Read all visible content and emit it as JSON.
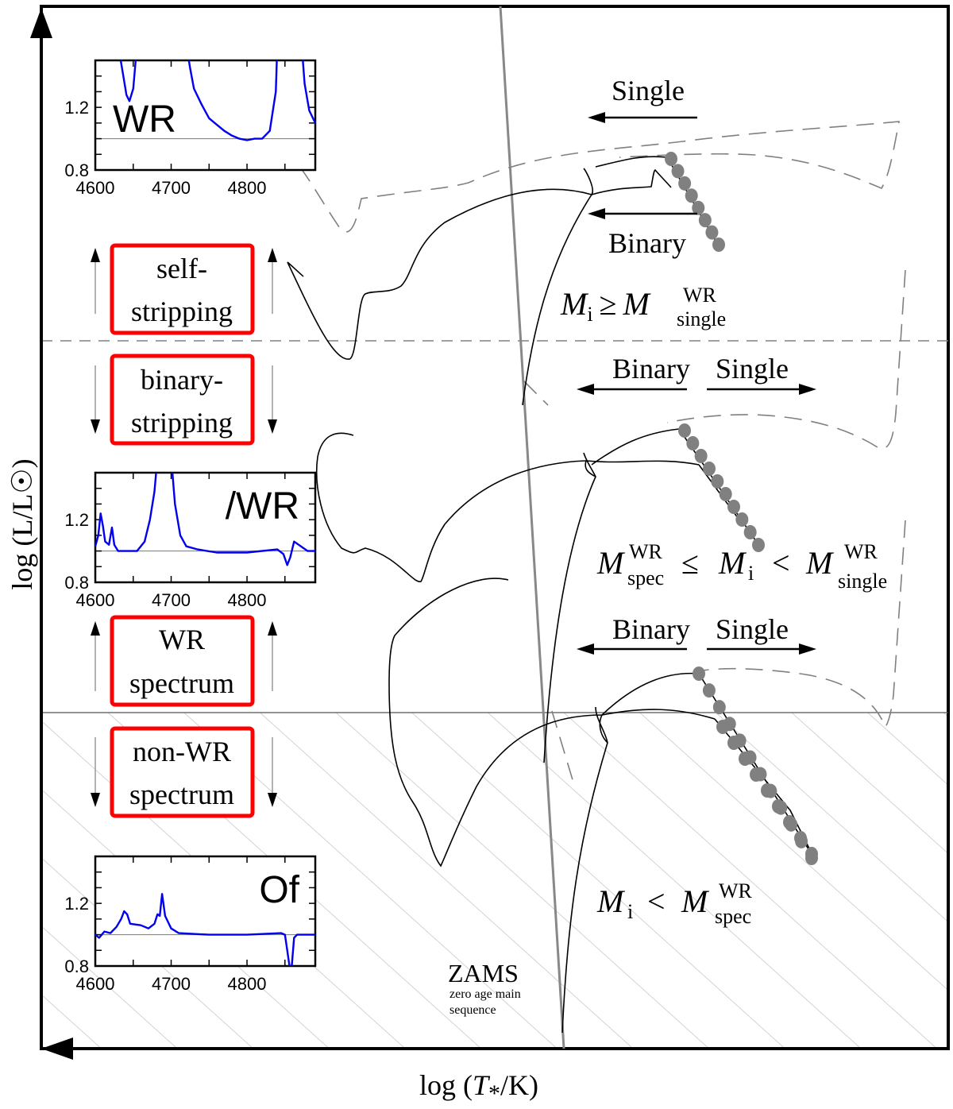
{
  "axes": {
    "x_label_prefix": "log (",
    "x_label_var": "T",
    "x_label_sub": "*",
    "x_label_suffix": "/K)",
    "y_label": "log (L/L☉)",
    "x_direction": "decreasing-right-to-left",
    "y_direction": "increasing-upward"
  },
  "zams": {
    "title": "ZAMS",
    "line1": "zero age main",
    "line2": "sequence"
  },
  "regimes": [
    {
      "label_line1": "self-",
      "label_line2": "stripping",
      "arrow": "up"
    },
    {
      "label_line1": "binary-",
      "label_line2": "stripping",
      "arrow": "down"
    },
    {
      "label_line1": "WR",
      "label_line2": "spectrum",
      "arrow": "up"
    },
    {
      "label_line1": "non-WR",
      "label_line2": "spectrum",
      "arrow": "down"
    }
  ],
  "boundaries": {
    "upper": {
      "style": "dashed",
      "meaning": "self-stripping / binary-stripping"
    },
    "lower": {
      "style": "solid",
      "meaning": "WR spectrum / non-WR spectrum"
    }
  },
  "mass_ranges": [
    {
      "id": "high",
      "text": "M_i ≥ M^WR_single",
      "M": "M",
      "i": "i",
      "rel": "≥",
      "sup": "WR",
      "sub": "single"
    },
    {
      "id": "mid",
      "text": "M^WR_spec ≤ M_i < M^WR_single",
      "sup1": "WR",
      "sub1": "spec",
      "rel1": "≤",
      "i": "i",
      "rel2": "<",
      "sup2": "WR",
      "sub2": "single"
    },
    {
      "id": "low",
      "text": "M_i < M^WR_spec",
      "i": "i",
      "rel": "<",
      "sup": "WR",
      "sub": "spec"
    }
  ],
  "track_labels": {
    "top_single": "Single",
    "top_binary": "Binary",
    "mid_binary": "Binary",
    "mid_single": "Single",
    "low_binary": "Binary",
    "low_single": "Single"
  },
  "insets": [
    {
      "name": "WR",
      "label": "WR",
      "x_ticks": [
        "4600",
        "4700",
        "4800"
      ],
      "y_ticks": [
        "1.2",
        "0.8"
      ],
      "xlim": [
        4600,
        4890
      ],
      "ylim": [
        0.8,
        1.5
      ],
      "continuum": 1.0,
      "spectrum": [
        [
          4600,
          1.6
        ],
        [
          4630,
          1.6
        ],
        [
          4637,
          1.4
        ],
        [
          4641,
          1.28
        ],
        [
          4645,
          1.24
        ],
        [
          4650,
          1.32
        ],
        [
          4655,
          1.6
        ],
        [
          4720,
          1.6
        ],
        [
          4725,
          1.45
        ],
        [
          4730,
          1.32
        ],
        [
          4740,
          1.22
        ],
        [
          4750,
          1.13
        ],
        [
          4760,
          1.09
        ],
        [
          4770,
          1.05
        ],
        [
          4780,
          1.02
        ],
        [
          4790,
          1.0
        ],
        [
          4800,
          0.99
        ],
        [
          4810,
          1.0
        ],
        [
          4820,
          1.0
        ],
        [
          4830,
          1.05
        ],
        [
          4838,
          1.3
        ],
        [
          4840,
          1.6
        ],
        [
          4872,
          1.6
        ],
        [
          4876,
          1.35
        ],
        [
          4882,
          1.18
        ],
        [
          4890,
          1.1
        ]
      ]
    },
    {
      "name": "slash-WR",
      "label": "/WR",
      "x_ticks": [
        "4600",
        "4700",
        "4800"
      ],
      "y_ticks": [
        "1.2",
        "0.8"
      ],
      "xlim": [
        4600,
        4890
      ],
      "ylim": [
        0.8,
        1.5
      ],
      "continuum": 1.0,
      "spectrum": [
        [
          4600,
          1.03
        ],
        [
          4604,
          1.1
        ],
        [
          4607,
          1.24
        ],
        [
          4610,
          1.16
        ],
        [
          4613,
          1.06
        ],
        [
          4618,
          1.04
        ],
        [
          4622,
          1.15
        ],
        [
          4625,
          1.04
        ],
        [
          4630,
          1.0
        ],
        [
          4640,
          1.0
        ],
        [
          4655,
          1.0
        ],
        [
          4665,
          1.06
        ],
        [
          4672,
          1.2
        ],
        [
          4678,
          1.38
        ],
        [
          4682,
          1.6
        ],
        [
          4700,
          1.6
        ],
        [
          4705,
          1.3
        ],
        [
          4712,
          1.1
        ],
        [
          4720,
          1.03
        ],
        [
          4735,
          1.01
        ],
        [
          4760,
          0.99
        ],
        [
          4800,
          0.99
        ],
        [
          4840,
          1.01
        ],
        [
          4848,
          0.98
        ],
        [
          4853,
          0.91
        ],
        [
          4857,
          0.96
        ],
        [
          4862,
          1.06
        ],
        [
          4868,
          1.04
        ],
        [
          4880,
          1.0
        ],
        [
          4890,
          1.0
        ]
      ]
    },
    {
      "name": "Of",
      "label": "Of",
      "x_ticks": [
        "4600",
        "4700",
        "4800"
      ],
      "y_ticks": [
        "1.2",
        "0.8"
      ],
      "xlim": [
        4600,
        4890
      ],
      "ylim": [
        0.8,
        1.5
      ],
      "continuum": 1.0,
      "spectrum": [
        [
          4600,
          1.0
        ],
        [
          4605,
          0.98
        ],
        [
          4612,
          1.02
        ],
        [
          4620,
          1.01
        ],
        [
          4628,
          1.05
        ],
        [
          4634,
          1.1
        ],
        [
          4638,
          1.15
        ],
        [
          4642,
          1.13
        ],
        [
          4646,
          1.07
        ],
        [
          4660,
          1.06
        ],
        [
          4670,
          1.04
        ],
        [
          4678,
          1.07
        ],
        [
          4682,
          1.13
        ],
        [
          4685,
          1.12
        ],
        [
          4688,
          1.26
        ],
        [
          4692,
          1.12
        ],
        [
          4700,
          1.04
        ],
        [
          4710,
          1.01
        ],
        [
          4750,
          1.0
        ],
        [
          4800,
          1.0
        ],
        [
          4845,
          1.01
        ],
        [
          4850,
          1.0
        ],
        [
          4853,
          0.9
        ],
        [
          4856,
          0.8
        ],
        [
          4859,
          0.8
        ],
        [
          4862,
          0.98
        ],
        [
          4866,
          1.0
        ],
        [
          4890,
          1.0
        ]
      ]
    }
  ],
  "colors": {
    "box_border": "#ff0000",
    "spectrum": "#0000ee",
    "track": "#000000",
    "dashed_track": "#808080",
    "dots": "#808080",
    "hatch": "#c8c8c8"
  }
}
